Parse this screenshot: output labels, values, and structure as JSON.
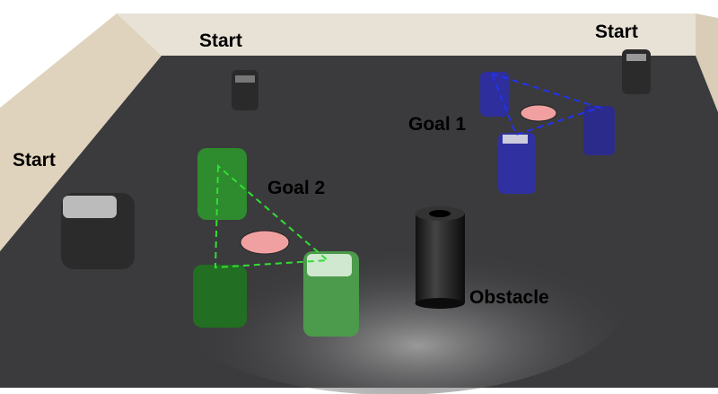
{
  "labels": {
    "start_top": "Start",
    "start_right": "Start",
    "start_left": "Start",
    "goal1": "Goal 1",
    "goal2": "Goal 2",
    "obstacle": "Obstacle"
  },
  "colors": {
    "green_team": "#2e8b2e",
    "blue_team": "#2a2a9a",
    "goal_marker": "#f0a0a0",
    "floor": "#3b3b3e",
    "wall": "#e6dccb"
  }
}
